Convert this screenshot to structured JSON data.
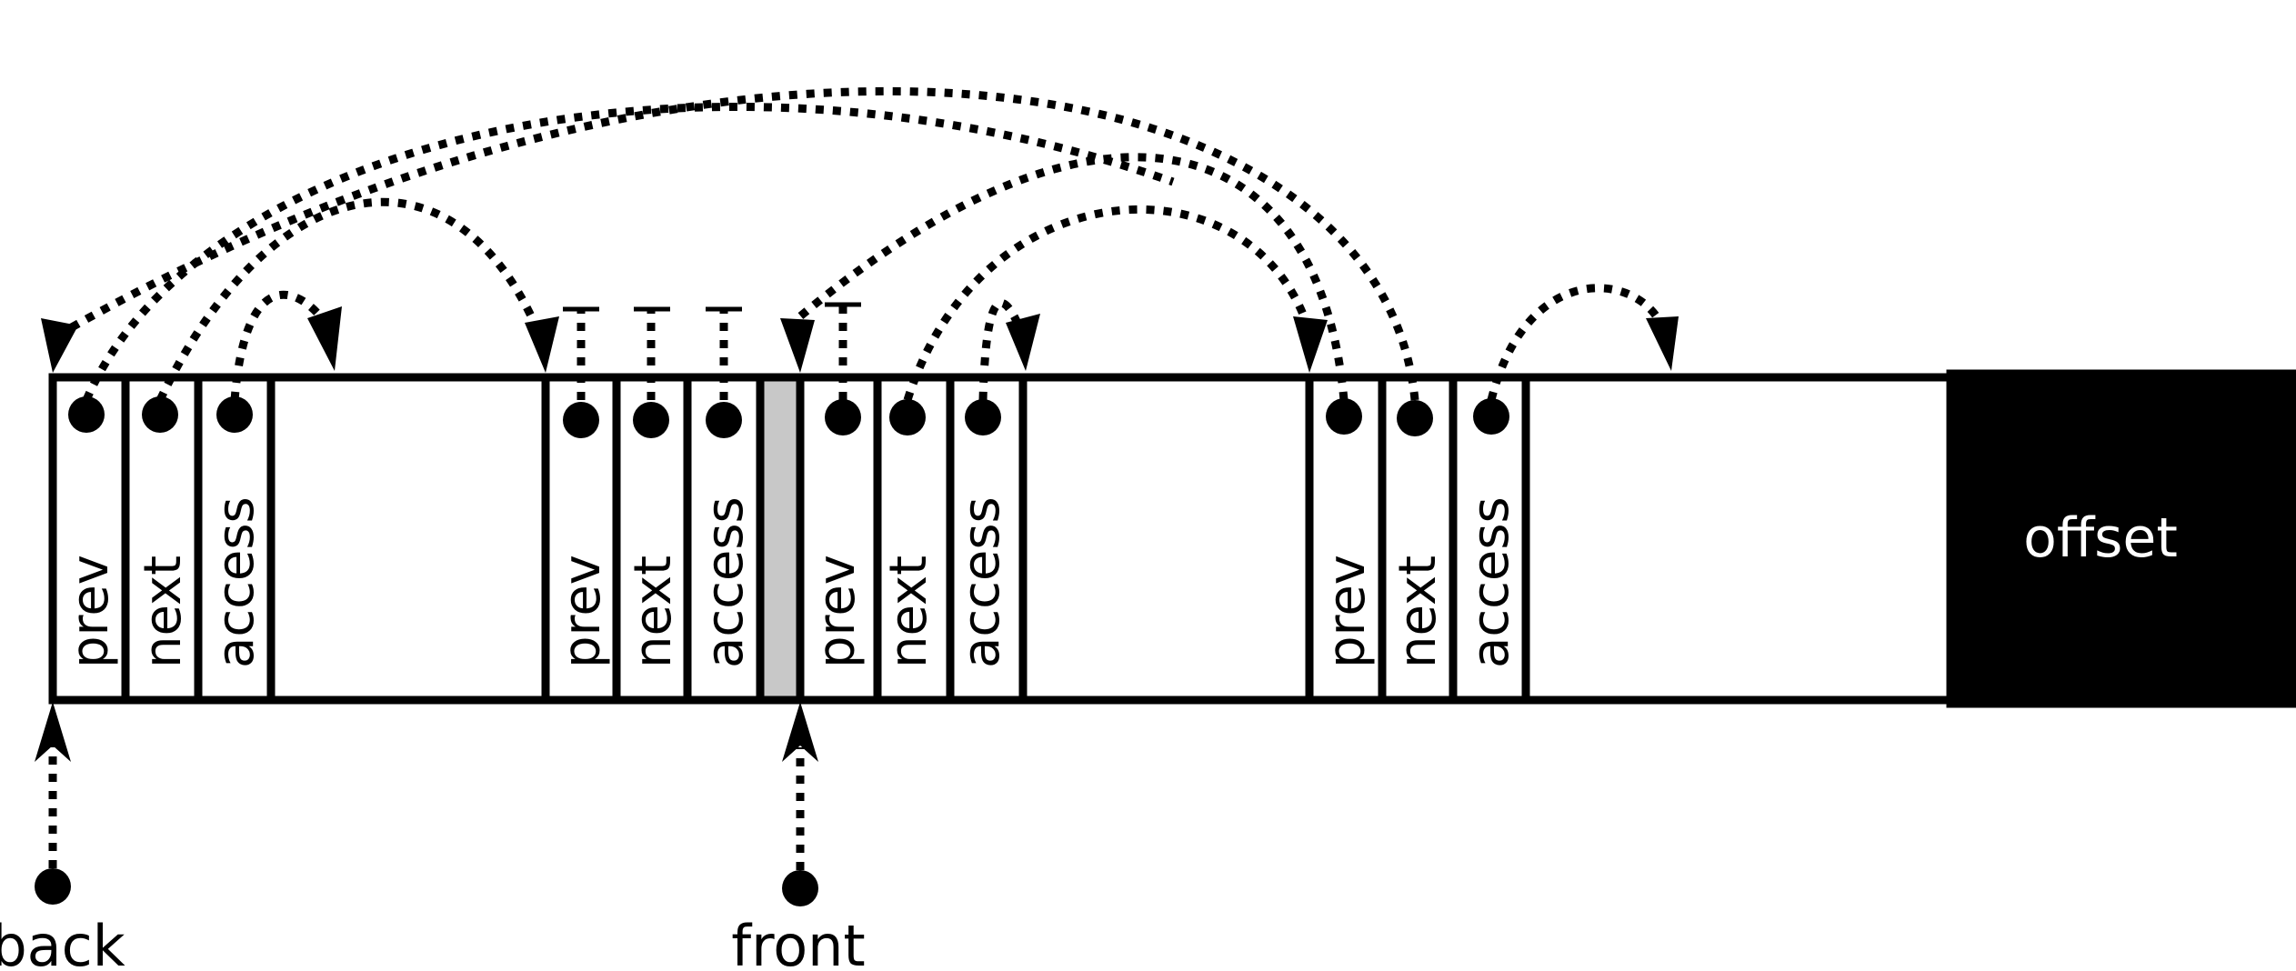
{
  "labels": {
    "prev": "prev",
    "next": "next",
    "access": "access",
    "offset": "offset",
    "back": "back",
    "front": "front"
  },
  "colors": {
    "ink": "#000000",
    "padding": "#c8c8c8",
    "background": "#ffffff"
  }
}
